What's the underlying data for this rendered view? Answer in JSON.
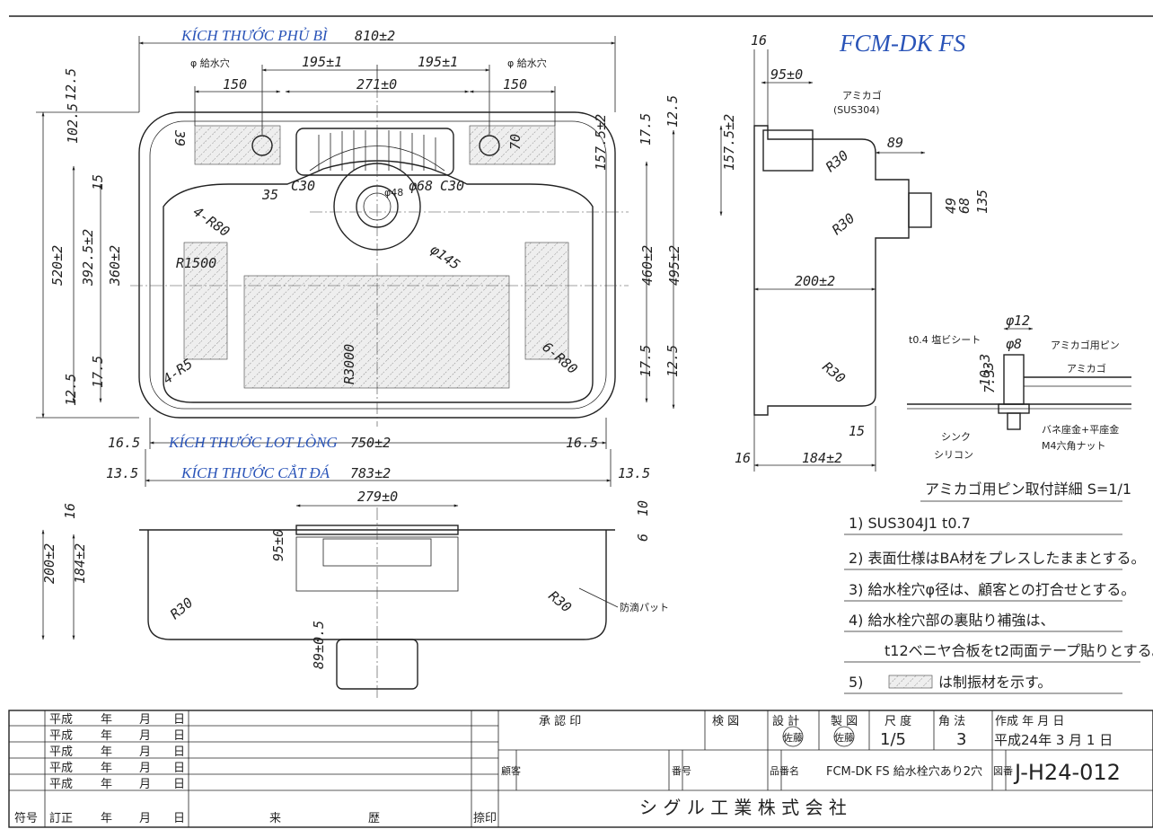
{
  "title": "FCM-DK FS",
  "plan": {
    "overall_label": "KÍCH THƯỚC PHỦ BÌ",
    "overall_value": "810±2",
    "inner_label": "KÍCH THƯỚC LOT LÒNG",
    "inner_value": "750±2",
    "cut_label": "KÍCH THƯỚC CẮT ĐÁ",
    "cut_value": "783±2",
    "faucet_hole_l": "φ 給水穴",
    "faucet_hole_r": "φ 給水穴",
    "d_195_l": "195±1",
    "d_195_r": "195±1",
    "d_150_l": "150",
    "d_150_r": "150",
    "d_271": "271±0",
    "d_39": "39",
    "d_70": "70",
    "d_35": "35",
    "d_c30_l": "C30",
    "d_c30_r": "C30",
    "d_48": "φ48",
    "d_68": "φ68",
    "d_145": "φ145",
    "d_4r80_a": "4-R80",
    "d_r1500": "R1500",
    "d_r3000": "R3000",
    "d_4r5": "4-R5",
    "d_6r80": "6-R80",
    "d_125_top": "12.5",
    "d_1025": "102.5",
    "d_15": "15",
    "d_520": "520±2",
    "d_3925": "392.5±2",
    "d_360": "360±2",
    "d_175_bl": "17.5",
    "d_125_bl": "12.5",
    "d_175_tr": "17.5",
    "d_125_tr": "12.5",
    "d_1575": "157.5±2",
    "d_460": "460±2",
    "d_495": "495±2",
    "d_175_br": "17.5",
    "d_125_br": "12.5",
    "d_165_l": "16.5",
    "d_165_r": "16.5",
    "d_135_l": "13.5",
    "d_135_r": "13.5"
  },
  "side": {
    "d_16_top": "16",
    "d_95": "95±0",
    "basket_label": "アミカゴ",
    "basket_mat": "(SUS304)",
    "d_89": "89",
    "d_r30_a": "R30",
    "d_r30_b": "R30",
    "d_r30_c": "R30",
    "d_1575": "157.5±2",
    "d_49": "49",
    "d_68": "68",
    "d_135": "135",
    "d_200": "200±2",
    "d_15": "15",
    "d_16": "16",
    "d_184": "184±2"
  },
  "pin_detail": {
    "d_12": "φ12",
    "d_8": "φ8",
    "t04": "t0.4 塩ビシート",
    "pin": "アミカゴ用ピン",
    "basket": "アミカゴ",
    "d_103": "10.3",
    "d_3": "3",
    "d_73": "7.3",
    "nut_washer": "バネ座金+平座金",
    "sink": "シンク",
    "silicone": "シリコン",
    "m4": "M4六角ナット",
    "caption": "アミカゴ用ピン取付詳細 S=1/1"
  },
  "front": {
    "d_279": "279±0",
    "d_16": "16",
    "d_10": "10",
    "d_6": "6",
    "d_95": "95±0",
    "d_200": "200±2",
    "d_184": "184±2",
    "d_r30_l": "R30",
    "d_r30_r": "R30",
    "d_89": "89±0.5",
    "damping_pad": "防滴パット"
  },
  "notes": [
    "1) SUS304J1 t0.7",
    "2) 表面仕様はBA材をプレスしたままとする。",
    "3) 給水栓穴φ径は、顧客との打合せとする。",
    "4) 給水栓穴部の裏貼り補強は、",
    "t12ベニヤ合板をt2両面テープ貼りとする。",
    "5)",
    "は制振材を示す。"
  ],
  "title_block": {
    "era": "平成",
    "year": "年",
    "month": "月",
    "day": "日",
    "rev_sym": "符号",
    "rev_fix": "訂正",
    "history_1": "来",
    "history_2": "歴",
    "seal": "捺印",
    "approval": "承 認 印",
    "check": "検 図",
    "design": "設 計",
    "drafting": "製 図",
    "stamp": "佐藤",
    "scale_lbl": "尺 度",
    "scale_val": "1/5",
    "angle_lbl": "角 法",
    "angle_val": "3",
    "created_lbl": "作成 年 月 日",
    "created_val": "平成24年 3 月 1 日",
    "customer": "顧客",
    "order_no": "番号",
    "part_name_lbl": "品番名",
    "part_name": "FCM-DK FS 給水栓穴あり2穴",
    "drawing_no_lbl": "図番",
    "drawing_no": "J-H24-012",
    "company": "シ グ ル 工 業 株 式 会 社"
  }
}
